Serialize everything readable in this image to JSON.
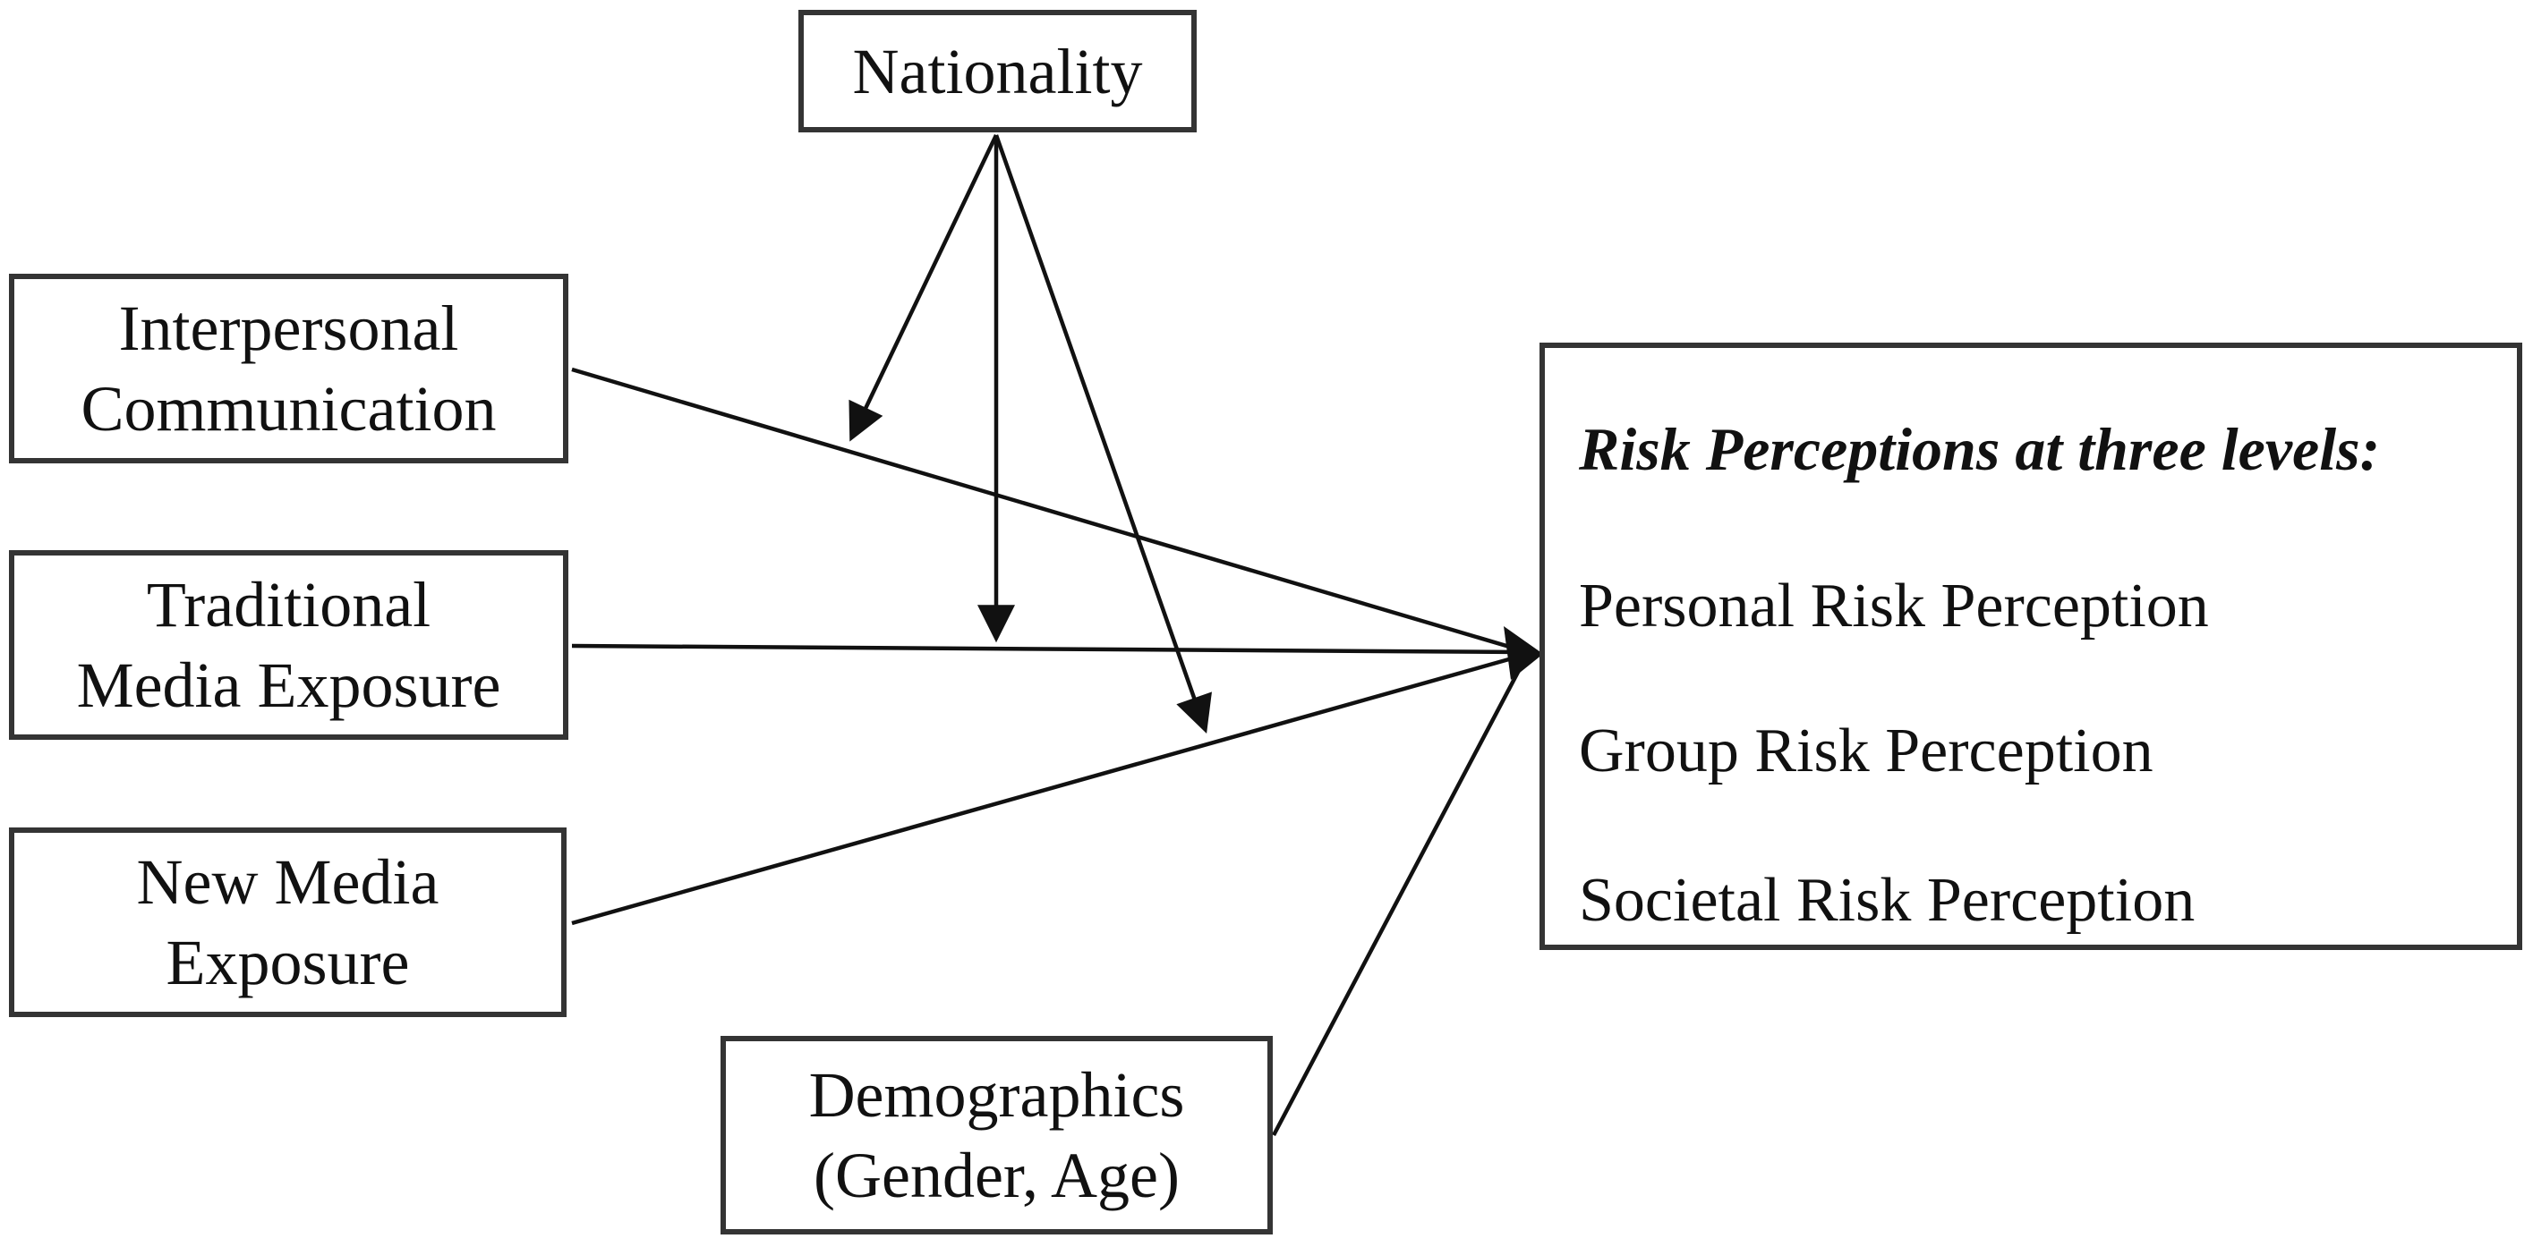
{
  "diagram": {
    "background_color": "#ffffff",
    "box_border_color": "#343434",
    "edge_color": "#111111",
    "nodes": {
      "nationality": {
        "label": "Nationality"
      },
      "interpersonal": {
        "line1": "Interpersonal",
        "line2": "Communication"
      },
      "traditional": {
        "line1": "Traditional",
        "line2": "Media Exposure"
      },
      "new_media": {
        "line1": "New Media",
        "line2": "Exposure"
      },
      "demographics": {
        "line1": "Demographics",
        "line2": "(Gender, Age)"
      },
      "outcome": {
        "title": "Risk Perceptions at three levels:",
        "items": [
          "Personal Risk Perception",
          "Group Risk Perception",
          "Societal Risk Perception"
        ]
      }
    },
    "edges": [
      {
        "from": "interpersonal",
        "to": "outcome"
      },
      {
        "from": "traditional",
        "to": "outcome"
      },
      {
        "from": "new_media",
        "to": "outcome"
      },
      {
        "from": "demographics",
        "to": "outcome"
      },
      {
        "from": "nationality",
        "to": "interpersonal-outcome-path"
      },
      {
        "from": "nationality",
        "to": "traditional-outcome-path"
      },
      {
        "from": "nationality",
        "to": "new_media-outcome-path"
      }
    ]
  }
}
